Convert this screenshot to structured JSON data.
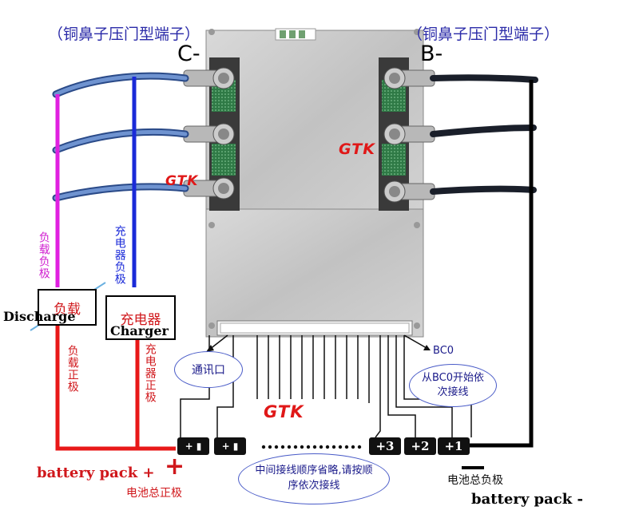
{
  "top": {
    "left_terminal_note": "（铜鼻子压门型端子）",
    "right_terminal_note": "（铜鼻子压门型端子）",
    "c_minus": "C-",
    "b_minus": "B-"
  },
  "brand": {
    "logo": "GTK"
  },
  "left_labels": {
    "load_negative": "负载负极",
    "charger_negative": "充电器负极",
    "load_positive": "负载正极",
    "charger_positive": "充电器正极"
  },
  "boxes": {
    "load": "负载",
    "charger": "充电器",
    "discharge_en": "Discharge",
    "charger_en": "Charger"
  },
  "callouts": {
    "comm_port": "通讯口",
    "bc0": "BC0",
    "bc0_note": "从BC0开始依次接线",
    "middle_note": "中间接线顺序省略,请按顺序依次接线"
  },
  "cells": {
    "c3": "+3",
    "c2": "+2",
    "c1": "+1"
  },
  "bottom": {
    "pack_plus_en": "battery pack +",
    "plus_sign": "+",
    "pack_plus_cn": "电池总正极",
    "pack_minus_cn": "电池总负极",
    "pack_minus_en": "battery pack -"
  },
  "colors": {
    "wire_magenta": "#e020e0",
    "wire_blue": "#1a2ad8",
    "wire_red": "#e81818",
    "wire_black": "#000000",
    "label_blue": "#2a2aa8",
    "label_red": "#d0181c"
  }
}
